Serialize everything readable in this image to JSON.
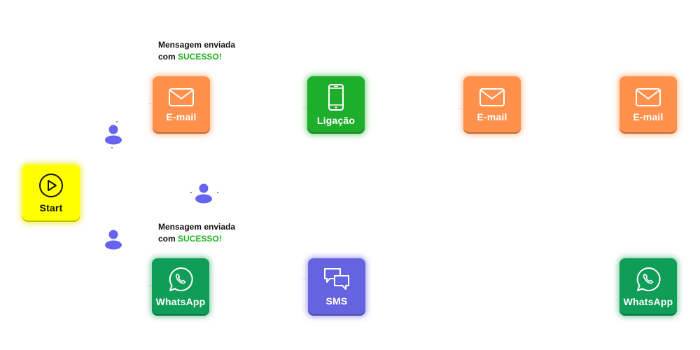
{
  "start": {
    "label": "Start",
    "icon": "play-circle-icon",
    "color": "#ffff00"
  },
  "messages": [
    {
      "line1": "Mensagem enviada",
      "prefix": "com ",
      "status": "SUCESSO!",
      "status_color": "#1db31d"
    },
    {
      "line1": "Mensagem enviada",
      "prefix": "com ",
      "status": "SUCESSO!",
      "status_color": "#1db31d"
    }
  ],
  "top_row": [
    {
      "label": "E-mail",
      "icon": "envelope-icon",
      "color": "#ff914d"
    },
    {
      "label": "Ligação",
      "icon": "smartphone-icon",
      "color": "#1fae2c"
    },
    {
      "label": "E-mail",
      "icon": "envelope-icon",
      "color": "#ff914d"
    },
    {
      "label": "E-mail",
      "icon": "envelope-icon",
      "color": "#ff914d"
    }
  ],
  "bottom_row": [
    {
      "label": "WhatsApp",
      "icon": "whatsapp-icon",
      "color": "#0f9d58"
    },
    {
      "label": "SMS",
      "icon": "chat-bubbles-icon",
      "color": "#6563e0"
    },
    {
      "label": "WhatsApp",
      "icon": "whatsapp-icon",
      "color": "#0f9d58"
    }
  ],
  "person_color": "#6563f0"
}
